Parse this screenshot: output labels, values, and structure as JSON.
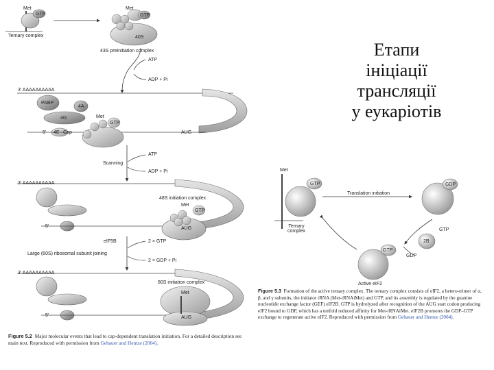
{
  "title_lines": [
    "Етапи",
    "ініціації",
    "трансляції",
    "у еукаріотів"
  ],
  "fig52": {
    "labels": {
      "met_top": "Met",
      "gtp_top": "GTP",
      "ternary": "Ternary complex",
      "met2": "Met",
      "gtp2": "GTP",
      "s40": "40S",
      "preinit": "43S preinitiation complex",
      "atp1": "ATP",
      "adp1": "ADP + Pi",
      "polya1": "3' AAAAAAAAAA",
      "parp": "PABP",
      "f4a": "4A",
      "f4g": "4G",
      "met3": "Met",
      "gtp3": "GTP",
      "cap5": "5'",
      "f4e": "4E",
      "cap": "Cap",
      "aug1": "AUG",
      "atp2": "ATP",
      "scanning": "Scanning",
      "adp2": "ADP + Pi",
      "polya2": "3' AAAAAAAAAA",
      "init48": "48S initiation complex",
      "met4": "Met",
      "gtp4": "GTP",
      "cap5b": "5'",
      "aug2": "AUG",
      "eif5b": "eIF5B",
      "gtp2x": "2 × GTP",
      "large60": "Large (60S) ribosomal subunit joining",
      "gdp2x": "2 × GDP + Pi",
      "polya3": "3' AAAAAAAAAA",
      "init80": "80S initiation complex",
      "met5": "Met",
      "cap5c": "5'",
      "aug3": "AUG"
    },
    "caption_bold": "Figure 5.2",
    "caption_text": "Major molecular events that lead to cap-dependent translation initiation. For a detailed description see main text. Reproduced with permission from",
    "caption_link": "Gebauer and Hentze (2004)."
  },
  "fig53": {
    "labels": {
      "met": "Met",
      "gtp": "GTP",
      "ternary": "Ternary complex",
      "trans_init": "Translation initiation",
      "gdp": "GDP",
      "gtp_r": "GTP",
      "b2": "2B",
      "gtp_b": "GTP",
      "gdp_b": "GDP",
      "active": "Active eIF2"
    },
    "caption_bold": "Figure 5.3",
    "caption_text": "Formation of the active ternary complex. The ternary complex consists of eIF2, a hetero-trimer of α, β, and γ subunits, the initiator tRNA (Met-tRNAiMet) and GTP, and its assembly is regulated by the guanine nucleotide exchange factor (GEF) eIF2B. GTP is hydrolyzed after recognition of the AUG start codon producing eIF2 bound to GDP, which has a tenfold reduced affinity for Met-tRNAiMet. eIF2B promotes the GDP–GTP exchange to regenerate active eIF2. Reproduced with permission from",
    "caption_link": "Gebauer and Hentze (2004)."
  }
}
